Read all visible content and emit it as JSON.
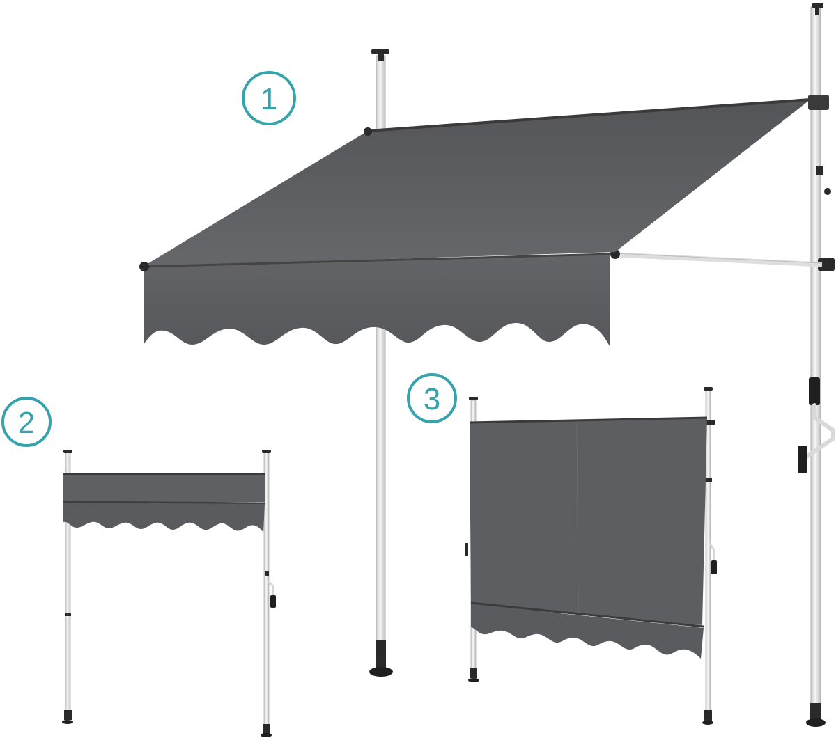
{
  "badges": [
    {
      "label": "1"
    },
    {
      "label": "2"
    },
    {
      "label": "3"
    }
  ],
  "colors": {
    "badge": "#35a3ac",
    "fabric": "#5b5c5f",
    "fabric_dark": "#4a4b4e",
    "fabric_light": "#67686b",
    "pole": "#e8e8e8",
    "pole_outline": "#b4b4b4",
    "hardware": "#2a2a2a"
  },
  "illustration": {
    "panels": [
      {
        "name": "awning-extended"
      },
      {
        "name": "awning-retracted"
      },
      {
        "name": "awning-lowered-vertical"
      }
    ]
  }
}
